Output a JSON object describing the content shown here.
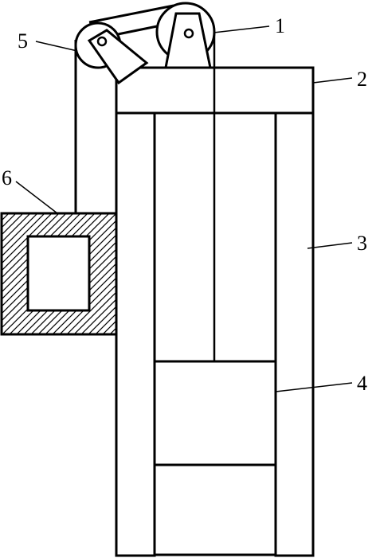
{
  "labels": {
    "pulley_main": "1",
    "top_beam": "2",
    "shaft_wall": "3",
    "car": "4",
    "pulley_aux": "5",
    "counterweight": "6"
  },
  "colors": {
    "ink": "#000000",
    "paper": "#ffffff"
  }
}
